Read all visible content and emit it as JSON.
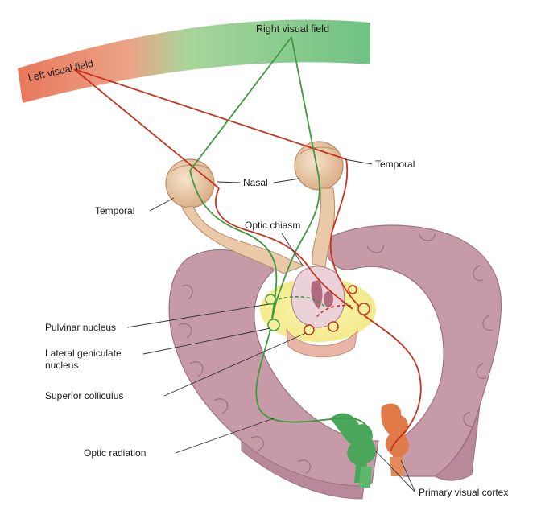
{
  "labels": {
    "left_visual_field": "Left visual field",
    "right_visual_field": "Right visual field",
    "nasal": "Nasal",
    "temporal_left": "Temporal",
    "temporal_right": "Temporal",
    "optic_chiasm": "Optic chiasm",
    "pulvinar_nucleus": "Pulvinar nucleus",
    "lateral_geniculate_line1": "Lateral geniculate",
    "lateral_geniculate_line2": "nucleus",
    "superior_colliculus": "Superior colliculus",
    "optic_radiation": "Optic radiation",
    "primary_visual_cortex": "Primary visual cortex"
  },
  "colors": {
    "left_field": "#e8775a",
    "right_field": "#7cc98a",
    "left_pathway": "#c8321e",
    "right_pathway": "#3f9a3f",
    "brain_tissue": "#c79aa8",
    "eye": "#e9c9a8",
    "nucleus_highlight": "#f3ef8c"
  }
}
